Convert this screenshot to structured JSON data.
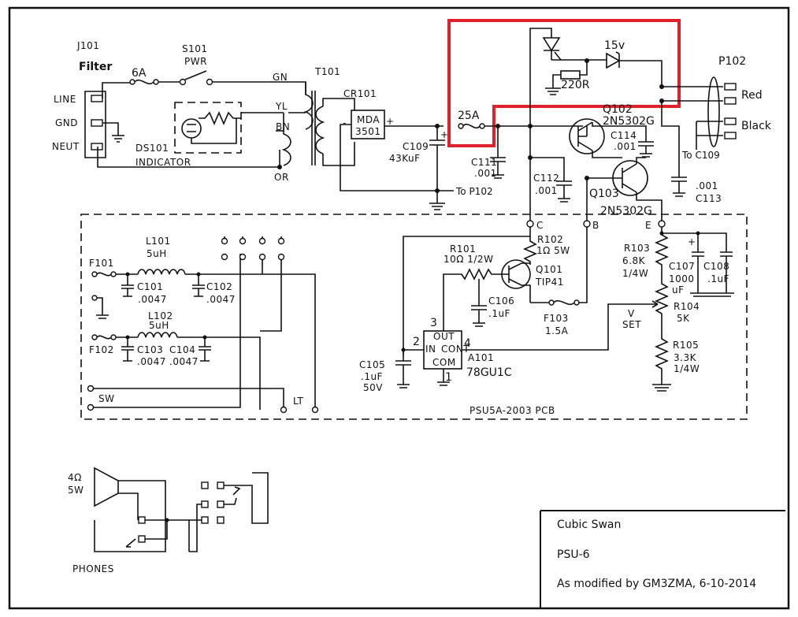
{
  "colors": {
    "ink": "#111111",
    "modification": "#e0202a",
    "paper": "#ffffff"
  },
  "icons": [
    "transformer-icon",
    "bridge-rectifier-icon",
    "transistor-icon",
    "regulator-icon",
    "fuse-icon",
    "zener-diode-icon",
    "diode-icon",
    "speaker-icon",
    "jack-icon",
    "lamp-icon"
  ],
  "input": {
    "j101": "J101",
    "filter": "Filter",
    "line": "LINE",
    "gnd": "GND",
    "neut": "NEUT",
    "fuse_6a": "6A",
    "s101": "S101",
    "pwr": "PWR",
    "ds101": "DS101",
    "indicator": "INDICATOR"
  },
  "transformer": {
    "ref": "T101",
    "gn": "GN",
    "yl": "YL",
    "bn": "BN",
    "or": "OR"
  },
  "rectifier": {
    "ref": "CR101",
    "part1": "MDA",
    "part2": "3501",
    "minus": "-",
    "plus": "+"
  },
  "c109": {
    "ref": "C109",
    "value": "43KuF",
    "plus": "+"
  },
  "to_p102": "To P102",
  "modification": {
    "fuse_25a": "25A",
    "zener": "15v",
    "resistor": "220R"
  },
  "p102": {
    "ref": "P102",
    "red": "Red",
    "black": "Black",
    "to_c109": "To C109"
  },
  "q102": {
    "ref": "Q102",
    "part": "2N5302G"
  },
  "q103": {
    "ref": "Q103",
    "part": "2N5302G"
  },
  "c114": {
    "ref": "C114",
    "value": ".001"
  },
  "c111": {
    "ref": "C111",
    "value": ".001"
  },
  "c112": {
    "ref": "C112",
    "value": ".001"
  },
  "c113": {
    "ref": "C113",
    "value": ".001"
  },
  "pcb": {
    "name": "PSU5A-2003 PCB",
    "pin_c": "C",
    "pin_b": "B",
    "pin_e": "E",
    "f101": "F101",
    "f102": "F102",
    "l101": "L101",
    "l101_value": "5uH",
    "l102": "L102",
    "l102_value": "5uH",
    "c101": "C101",
    "c101_value": ".0047",
    "c102": "C102",
    "c102_value": ".0047",
    "c103": "C103",
    "c103_value": ".0047",
    "c104": "C104",
    "c104_value": ".0047",
    "sw": "SW",
    "lt": "LT",
    "r101": "R101",
    "r101_value": "10Ω  1/2W",
    "r102": "R102",
    "r102_value": "1Ω  5W",
    "q101": "Q101",
    "q101_part": "TIP41",
    "c106": "C106",
    "c106_value": ".1uF",
    "f103": "F103",
    "f103_value": "1.5A",
    "c105": "C105",
    "c105_value": ".1uF",
    "c105_voltage": "50V",
    "a101": "A101",
    "a101_part": "78GU1C",
    "reg_out": "OUT",
    "reg_in": "IN",
    "reg_cont": "CONT",
    "reg_com": "COM",
    "pin1": "1",
    "pin2": "2",
    "pin3": "3",
    "pin4": "4",
    "r103": "R103",
    "r103_value": "6.8K",
    "r103_power": "1/4W",
    "c107": "C107",
    "c107_value": "1000",
    "c107_unit": "uF",
    "c108": "C108",
    "c108_value": ".1uF",
    "r104": "R104",
    "r104_value": "5K",
    "vset_v": "V",
    "vset_set": "SET",
    "r105": "R105",
    "r105_value": "3.3K",
    "r105_power": "1/4W"
  },
  "speaker": {
    "value1": "4Ω",
    "value2": "5W",
    "phones": "PHONES"
  },
  "title_block": {
    "line1": "Cubic Swan",
    "line2": "PSU-6",
    "line3": "As modified by GM3ZMA, 6-10-2014"
  }
}
